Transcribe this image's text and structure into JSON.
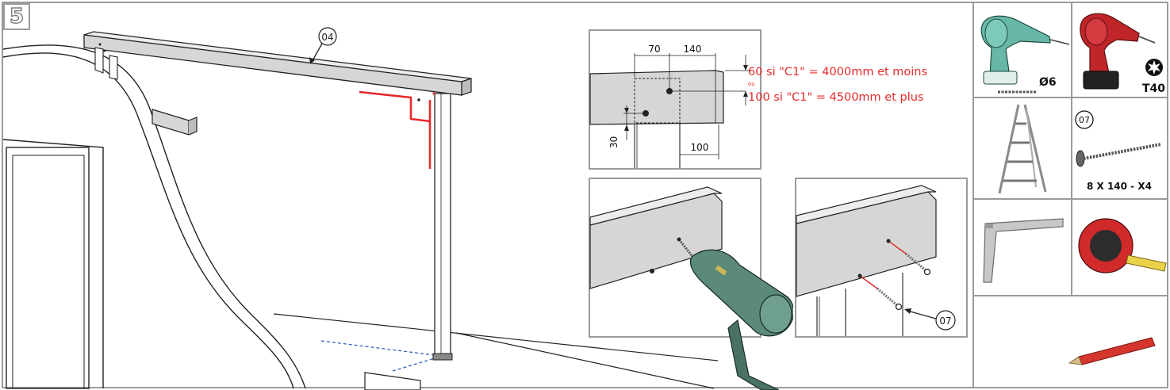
{
  "step_number": "5",
  "main_scene": {
    "part_label": "04"
  },
  "detail_dimensions": {
    "dim_top_left": "70",
    "dim_top_right": "140",
    "dim_left_vertical": "30",
    "dim_bottom_right": "100"
  },
  "red_note": {
    "line1": "60 si \"C1\" = 4000mm et moins",
    "separator": "ou",
    "line2": "100 si \"C1\" = 4500mm et plus",
    "color": "#e52b2b"
  },
  "screw_detail": {
    "part_label": "07"
  },
  "tools": {
    "drill_bit_label": "Ø6",
    "screwdriver_label": "T40",
    "screw_part_label": "07",
    "screw_spec_label": "8 X 140 - X4"
  },
  "colors": {
    "frame": "#9a9a9a",
    "highlight_red": "#e52b2b",
    "beam_fill": "#d6d6d6",
    "drill_green": "#5c8a7a"
  }
}
